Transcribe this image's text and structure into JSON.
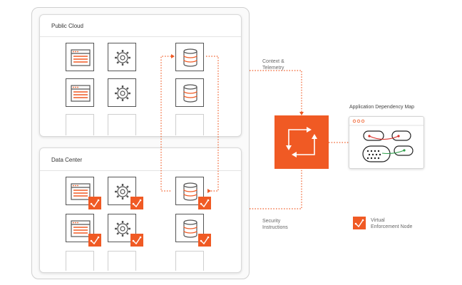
{
  "public_cloud": {
    "title": "Public Cloud"
  },
  "data_center": {
    "title": "Data Center"
  },
  "labels": {
    "context_line1": "Context &",
    "context_line2": "Telemetry",
    "security_line1": "Security",
    "security_line2": "Instructions",
    "adm_title": "Application Dependency Map",
    "legend_line1": "Virtual",
    "legend_line2": "Enforcement Node"
  },
  "icons": {
    "web": "browser-window-icon",
    "app": "gear-icon",
    "db": "database-icon",
    "enforcement": "virtual-enforcement-node-icon",
    "hub": "cycle-arrows-icon"
  },
  "colors": {
    "accent": "#f05a24",
    "outline": "#555555",
    "flow_green": "#2e9e4a",
    "flow_red": "#d9302a"
  }
}
